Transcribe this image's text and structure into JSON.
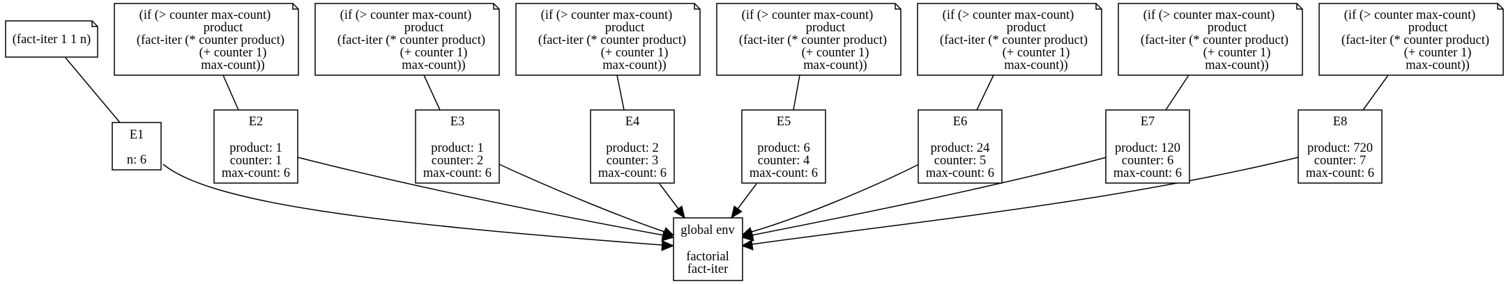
{
  "global_env": {
    "title": "global env",
    "bindings": [
      "factorial",
      "fact-iter"
    ]
  },
  "notes": {
    "call": [
      "(fact-iter 1 1 n)"
    ],
    "body": [
      "(if (> counter max-count)",
      "product",
      "(fact-iter (* counter product)",
      "(+ counter 1)",
      "max-count))"
    ]
  },
  "frames": [
    {
      "name": "E1",
      "bindings": [
        "n: 6"
      ]
    },
    {
      "name": "E2",
      "bindings": [
        "product: 1",
        "counter: 1",
        "max-count: 6"
      ]
    },
    {
      "name": "E3",
      "bindings": [
        "product: 1",
        "counter: 2",
        "max-count: 6"
      ]
    },
    {
      "name": "E4",
      "bindings": [
        "product: 2",
        "counter: 3",
        "max-count: 6"
      ]
    },
    {
      "name": "E5",
      "bindings": [
        "product: 6",
        "counter: 4",
        "max-count: 6"
      ]
    },
    {
      "name": "E6",
      "bindings": [
        "product: 24",
        "counter: 5",
        "max-count: 6"
      ]
    },
    {
      "name": "E7",
      "bindings": [
        "product: 120",
        "counter: 6",
        "max-count: 6"
      ]
    },
    {
      "name": "E8",
      "bindings": [
        "product: 720",
        "counter: 7",
        "max-count: 6"
      ]
    }
  ]
}
